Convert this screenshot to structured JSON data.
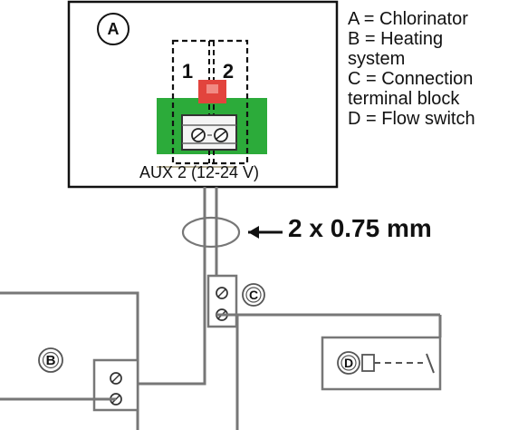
{
  "legend": {
    "lines": [
      "A = Chlorinator",
      "B = Heating",
      "system",
      "C = Connection",
      "terminal block",
      "D = Flow switch"
    ]
  },
  "module": {
    "badge": "A",
    "terminal_1": "1",
    "terminal_2": "2",
    "aux_label": "AUX 2 (12-24 V)"
  },
  "cable": {
    "spec": "2 x 0.75 mm"
  },
  "components": {
    "heating_system": "B",
    "connection_terminal_block": "C",
    "flow_switch": "D"
  },
  "colors": {
    "board_green": "#2cab3a",
    "connector_red": "#e2443d",
    "line_gray": "#777777",
    "line_dark": "#333333"
  },
  "icons": {
    "badge": "circle-letter",
    "terminal": "screw-terminal",
    "switch": "flow-switch"
  }
}
